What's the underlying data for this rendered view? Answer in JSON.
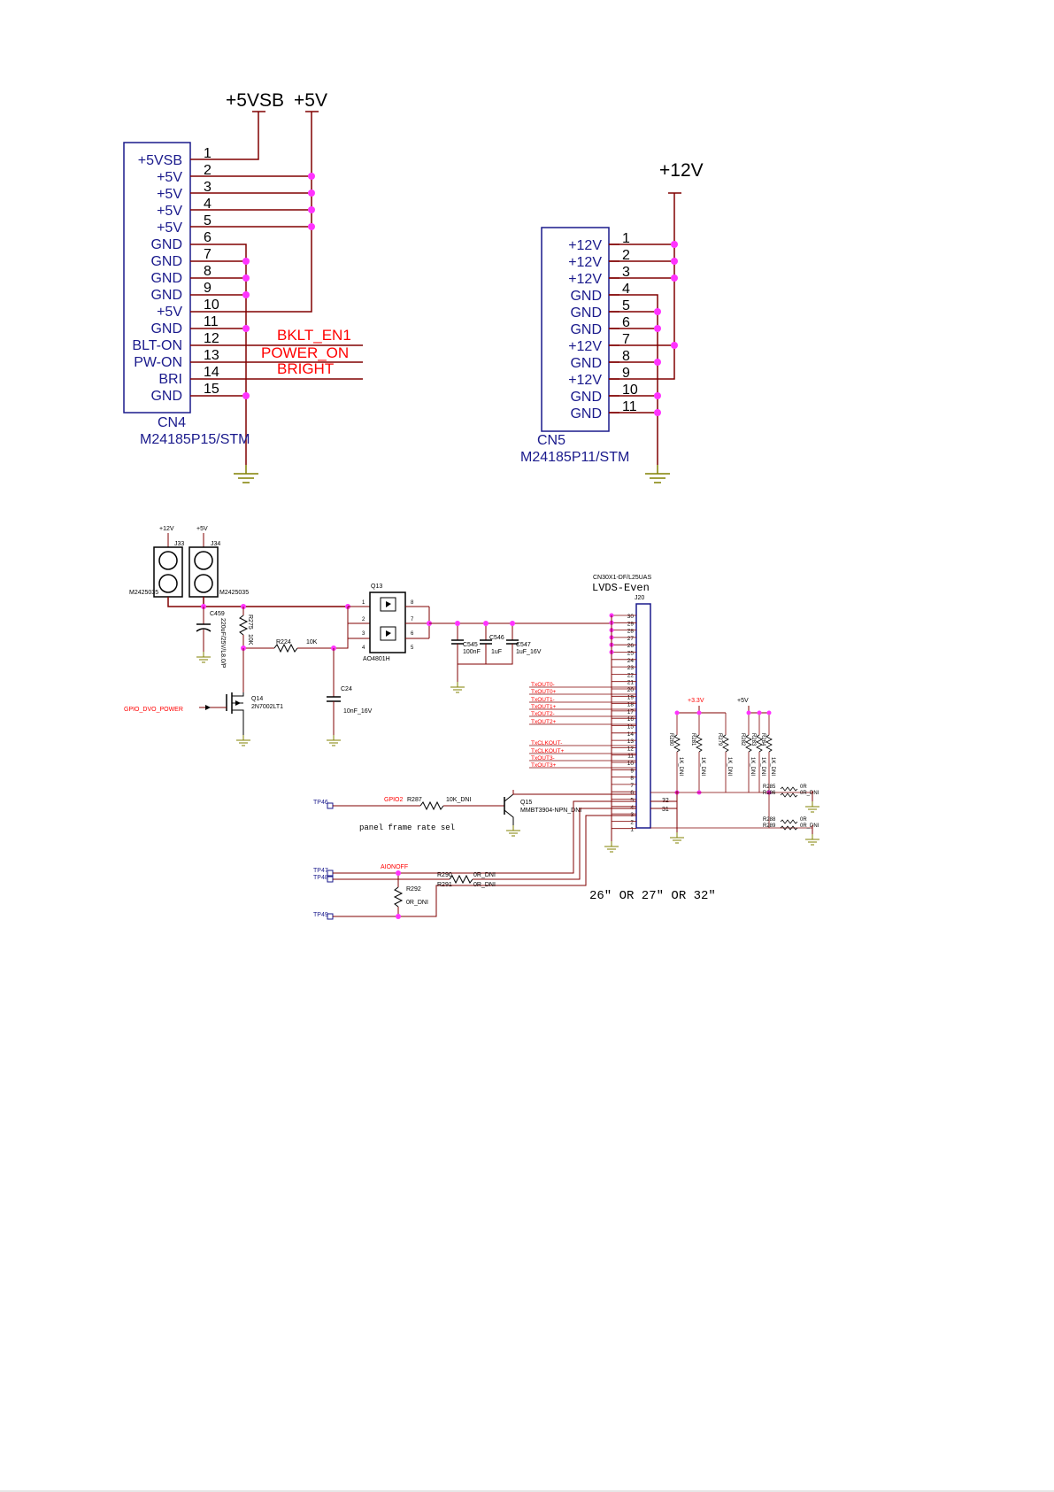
{
  "colors": {
    "wire": "#800000",
    "junction": "#ff33ff",
    "box": "#1a1a8c",
    "pinLabel": "#1a1a8c",
    "pinNum": "#000000",
    "net": "#ff0000",
    "ground": "#808000",
    "part": "#000000"
  },
  "cn4": {
    "rails": [
      "+5VSB",
      "+5V"
    ],
    "pins": [
      {
        "num": "1",
        "name": "+5VSB"
      },
      {
        "num": "2",
        "name": "+5V"
      },
      {
        "num": "3",
        "name": "+5V"
      },
      {
        "num": "4",
        "name": "+5V"
      },
      {
        "num": "5",
        "name": "+5V"
      },
      {
        "num": "6",
        "name": "GND"
      },
      {
        "num": "7",
        "name": "GND"
      },
      {
        "num": "8",
        "name": "GND"
      },
      {
        "num": "9",
        "name": "GND"
      },
      {
        "num": "10",
        "name": "+5V"
      },
      {
        "num": "11",
        "name": "GND"
      },
      {
        "num": "12",
        "name": "BLT-ON"
      },
      {
        "num": "13",
        "name": "PW-ON"
      },
      {
        "num": "14",
        "name": "BRI"
      },
      {
        "num": "15",
        "name": "GND"
      }
    ],
    "nets": [
      "BKLT_EN1",
      "POWER_ON",
      "BRIGHT"
    ],
    "ref": "CN4",
    "part": "M24185P15/STM"
  },
  "cn5": {
    "rail": "+12V",
    "pins": [
      {
        "num": "1",
        "name": "+12V"
      },
      {
        "num": "2",
        "name": "+12V"
      },
      {
        "num": "3",
        "name": "+12V"
      },
      {
        "num": "4",
        "name": "GND"
      },
      {
        "num": "5",
        "name": "GND"
      },
      {
        "num": "6",
        "name": "GND"
      },
      {
        "num": "7",
        "name": "+12V"
      },
      {
        "num": "8",
        "name": "GND"
      },
      {
        "num": "9",
        "name": "+12V"
      },
      {
        "num": "10",
        "name": "GND"
      },
      {
        "num": "11",
        "name": "GND"
      }
    ],
    "ref": "CN5",
    "part": "M24185P11/STM"
  },
  "lower": {
    "j33": {
      "rail": "+12V",
      "ref": "J33",
      "part": "M2425035"
    },
    "j34": {
      "rail": "+5V",
      "ref": "J34",
      "part": "M2425035"
    },
    "c459": {
      "ref": "C459",
      "value": "220uF/25V/L8.0/P"
    },
    "r275": {
      "ref": "R275",
      "value": "10K"
    },
    "r224": {
      "ref": "R224",
      "value": "10K"
    },
    "c24": {
      "ref": "C24",
      "value": "10nF_16V"
    },
    "q13": {
      "ref": "Q13",
      "part": "AO4801H"
    },
    "q14": {
      "ref": "Q14",
      "part": "2N7002LT1"
    },
    "gpio": "GPIO_DVO_POWER",
    "c545": {
      "ref": "C545",
      "value": "100nF"
    },
    "c546": {
      "ref": "C546",
      "value": "1uF"
    },
    "c547": {
      "ref": "C547",
      "value": "1uF_16V"
    },
    "j20": {
      "part": "CN30X1-DF/L25UAS",
      "title": "LVDS-Even",
      "ref": "J20"
    },
    "j20pins": [
      "30",
      "29",
      "28",
      "27",
      "26",
      "25",
      "24",
      "23",
      "22",
      "21",
      "20",
      "19",
      "18",
      "17",
      "16",
      "15",
      "14",
      "13",
      "12",
      "11",
      "10",
      "9",
      "8",
      "7",
      "6",
      "5",
      "4",
      "3",
      "2",
      "1"
    ],
    "lvdsNets": [
      "TxOUT0-",
      "TxOUT0+",
      "TxOUT1-",
      "TxOUT1+",
      "TxOUT2-",
      "TxOUT2+",
      "TxCLKOUT-",
      "TxCLKOUT+",
      "TxOUT3-",
      "TxOUT3+"
    ],
    "rail33": "+3.3V",
    "rail5v": "+5V",
    "pullups": [
      {
        "ref": "R280",
        "value": "1K_DNI"
      },
      {
        "ref": "R281",
        "value": "1K_DNI"
      },
      {
        "ref": "R279",
        "value": "1K_DNI"
      },
      {
        "ref": "R282",
        "value": "1K_DNI"
      },
      {
        "ref": "R283",
        "value": "1K_DNI"
      },
      {
        "ref": "R284",
        "value": "1K_DNI"
      }
    ],
    "seriesR": [
      {
        "ref": "R285",
        "value": "0R"
      },
      {
        "ref": "R286",
        "value": "0R_DNI"
      },
      {
        "ref": "R288",
        "value": "0R"
      },
      {
        "ref": "R289",
        "value": "0R_DNI"
      }
    ],
    "pin32": "32",
    "pin31": "31",
    "tp46": "TP46",
    "gpio2": "GPIO2",
    "r287": {
      "ref": "R287",
      "value": "10K_DNI"
    },
    "q15": {
      "ref": "Q15",
      "part": "MMBT3904-NPN_DNI"
    },
    "frameNote": "panel frame rate sel",
    "tp47": "TP47",
    "tp48": "TP48",
    "tp49": "TP49",
    "aionoff": "AIONOFF",
    "r290": {
      "ref": "R290",
      "value": "0R_DNI"
    },
    "r291": {
      "ref": "R291",
      "value": "0R_DNI"
    },
    "r292": {
      "ref": "R292",
      "value": "0R_DNI"
    },
    "sizes": "26\" OR 27\" OR 32\""
  }
}
